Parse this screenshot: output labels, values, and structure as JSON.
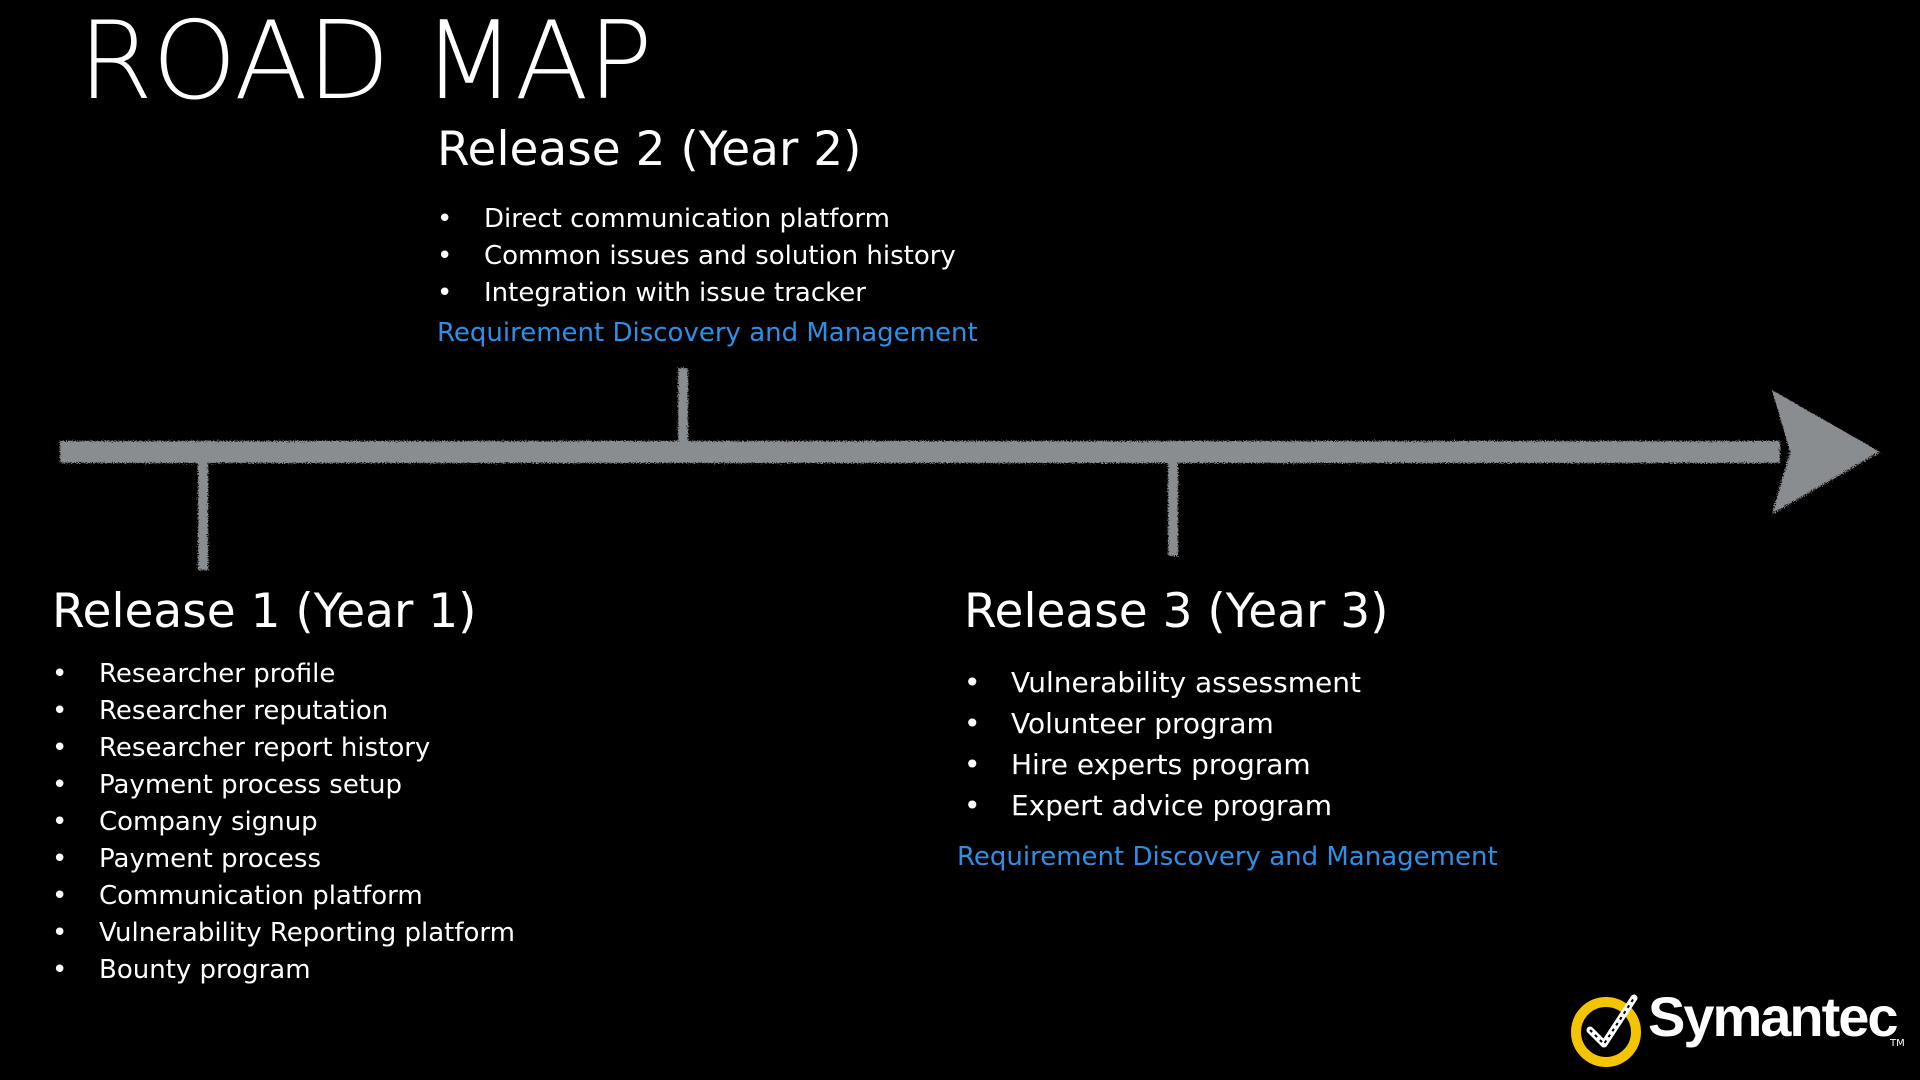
{
  "title": "ROAD MAP",
  "releases": [
    {
      "heading": "Release 1 (Year 1)",
      "items": [
        "Researcher profile",
        "Researcher reputation",
        "Researcher report history",
        "Payment process setup",
        "Company signup",
        "Payment process",
        "Communication platform",
        "Vulnerability Reporting platform",
        "Bounty program"
      ]
    },
    {
      "heading": "Release 2 (Year 2)",
      "items": [
        "Direct communication platform",
        "Common issues and solution history",
        "Integration with issue tracker"
      ],
      "note": "Requirement Discovery and Management"
    },
    {
      "heading": "Release 3 (Year 3)",
      "items": [
        "Vulnerability assessment",
        "Volunteer program",
        "Hire experts program",
        "Expert advice program"
      ],
      "note": "Requirement Discovery and Management"
    }
  ],
  "logo": {
    "text": "Symantec",
    "tm": "TM"
  },
  "colors": {
    "background": "#000000",
    "timeline": "#8a8d90",
    "note": "#2f8fe6",
    "logo_accent": "#f5c400"
  },
  "icons": {
    "timeline": "timeline-arrow-icon",
    "logo": "symantec-checkmark-icon"
  }
}
